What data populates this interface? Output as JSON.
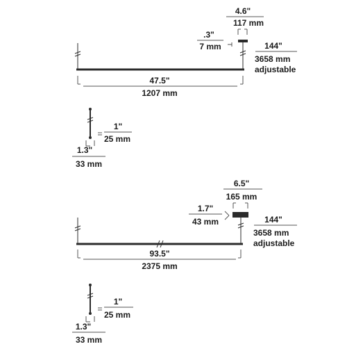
{
  "fixture_top": {
    "canopy_width_in": "4.6\"",
    "canopy_width_mm": "117 mm",
    "canopy_offset_in": ".3\"",
    "canopy_offset_mm": "7 mm",
    "cable_length_in": "144\"",
    "cable_length_mm": "3658 mm",
    "cable_note": "adjustable",
    "length_in": "47.5\"",
    "length_mm": "1207 mm"
  },
  "profile_top": {
    "width_in": "1\"",
    "width_mm": "25 mm",
    "height_in": "1.3\"",
    "height_mm": "33 mm"
  },
  "fixture_bottom": {
    "canopy_width_in": "6.5\"",
    "canopy_width_mm": "165 mm",
    "canopy_offset_in": "1.7\"",
    "canopy_offset_mm": "43 mm",
    "cable_length_in": "144\"",
    "cable_length_mm": "3658 mm",
    "cable_note": "adjustable",
    "length_in": "93.5\"",
    "length_mm": "2375 mm"
  },
  "profile_bottom": {
    "width_in": "1\"",
    "width_mm": "25 mm",
    "height_in": "1.3\"",
    "height_mm": "33 mm"
  }
}
